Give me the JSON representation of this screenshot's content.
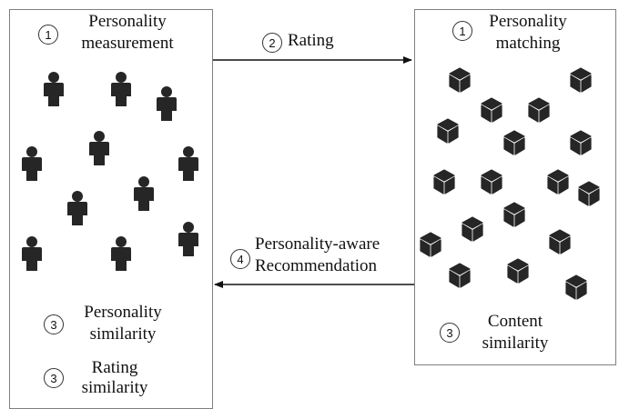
{
  "left_panel": {
    "personality_measurement": {
      "number": "1",
      "line1": "Personality",
      "line2": "measurement"
    },
    "personality_similarity": {
      "number": "3",
      "line1": "Personality",
      "line2": "similarity"
    },
    "rating_similarity": {
      "number": "3",
      "line1": "Rating",
      "line2": "similarity"
    },
    "icon": "user-icon"
  },
  "right_panel": {
    "personality_matching": {
      "number": "1",
      "line1": "Personality",
      "line2": "matching"
    },
    "content_similarity": {
      "number": "3",
      "line1": "Content",
      "line2": "similarity"
    },
    "icon": "cube-icon"
  },
  "arrows": {
    "rating": {
      "number": "2",
      "label": "Rating"
    },
    "recommendation": {
      "number": "4",
      "line1": "Personality-aware",
      "line2": "Recommendation"
    }
  },
  "colors": {
    "icon": "#262626",
    "border": "#7f7f7f",
    "arrow": "#111111"
  }
}
